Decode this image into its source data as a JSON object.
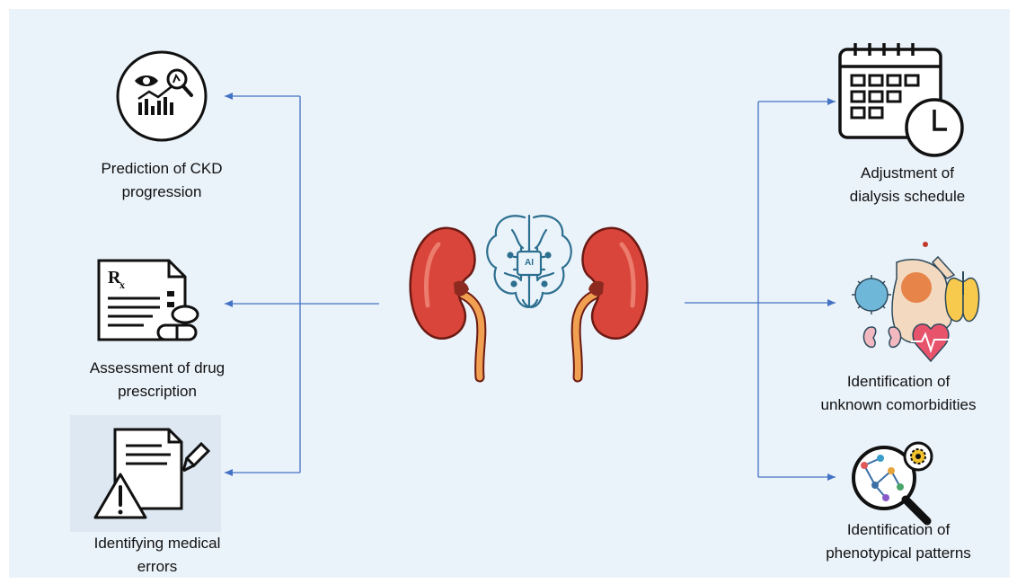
{
  "left_items": [
    {
      "line1": "Prediction of CKD",
      "line2": "progression",
      "icon": "analytics-magnifier-icon"
    },
    {
      "line1": "Assessment of drug",
      "line2": "prescription",
      "icon": "prescription-icon"
    },
    {
      "line1": "Identifying medical",
      "line2": "errors",
      "icon": "document-warning-icon"
    }
  ],
  "right_items": [
    {
      "line1": "Adjustment of",
      "line2": "dialysis schedule",
      "icon": "calendar-clock-icon"
    },
    {
      "line1": "Identification of",
      "line2": "unknown comorbidities",
      "icon": "organs-icon"
    },
    {
      "line1": "Identification of",
      "line2": "phenotypical patterns",
      "icon": "network-magnifier-icon"
    }
  ],
  "center": {
    "chip_text": "AI",
    "icon": "kidneys-ai-brain-icon"
  },
  "colors": {
    "background": "#ebf3fa",
    "arrow": "#4472c4",
    "kidney": "#d9453a",
    "ureter": "#f0a050",
    "brain": "#2c6f8f"
  }
}
